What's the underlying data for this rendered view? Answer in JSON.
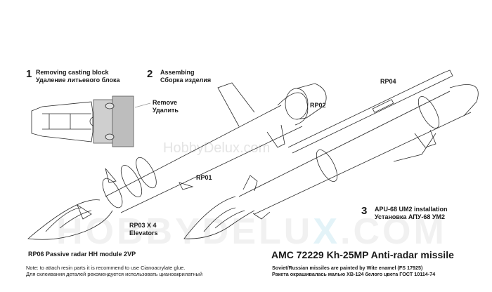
{
  "watermarks": {
    "top": "HobbyDelux.com",
    "bottom_left": "HOBBYDELU",
    "bottom_x": "X",
    "bottom_right": ".COM"
  },
  "steps": [
    {
      "number": "1",
      "title_en": "Removing casting block",
      "title_ru": "Удаление литьевого блока"
    },
    {
      "number": "2",
      "title_en": "Assembing",
      "title_ru": "Сборка изделия"
    },
    {
      "number": "3",
      "title_en": "APU-68 UM2 installation",
      "title_ru": "Установка АПУ-68 УМ2"
    }
  ],
  "callouts": {
    "remove_en": "Remove",
    "remove_ru": "Удалить"
  },
  "parts": {
    "rp01": "RP01",
    "rp02": "RP02",
    "rp03": "RP03 X 4",
    "rp03_desc": "Elevators",
    "rp04": "RP04",
    "rp06": "RP06 Passive radar HH module 2VP"
  },
  "footer": {
    "title": "AMC 72229 Kh-25MP Anti-radar missile",
    "paint_en": "Soviet/Russian missiles are painted by Wite enamel (FS 17925)",
    "paint_ru": "Ракета окрашивалась малью ХВ-124 белого цвета ГОСТ 10114-74",
    "note_en": "Note: to attach resin parts it is recommend to use Cianoacrylate glue.",
    "note_ru": "Для  склеивания  деталей  рекомендуется  использовать  цианоакрилатный"
  },
  "colors": {
    "line": "#2a2a2a",
    "casting_block": "#bdbdbd",
    "background": "#ffffff"
  }
}
